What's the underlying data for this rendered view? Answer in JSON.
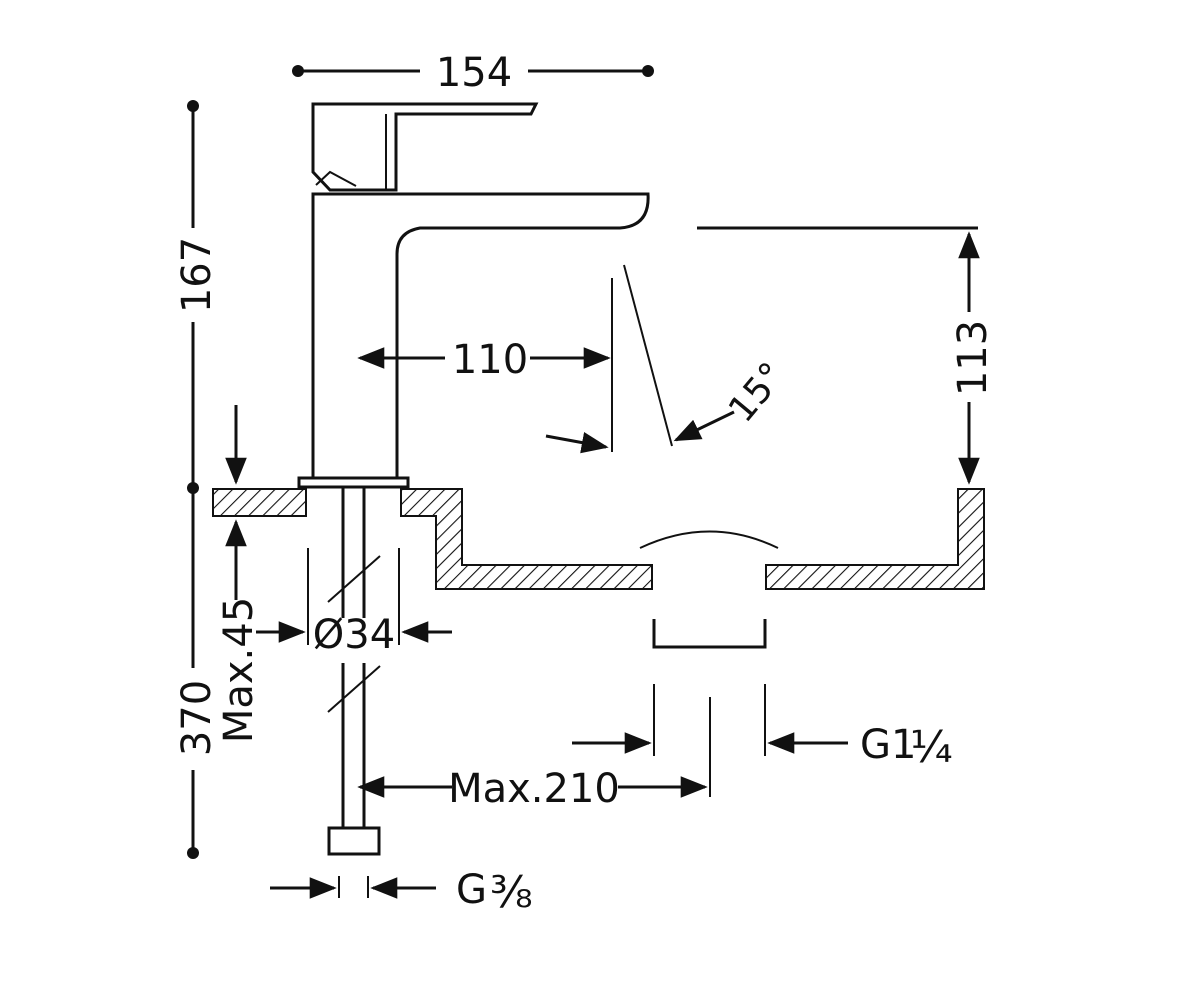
{
  "dimensions": {
    "width_top": "154",
    "height_body": "167",
    "total_height": "370",
    "counter_thickness": "Max.45",
    "spout_reach": "110",
    "spout_angle": "15°",
    "basin_depth": "113",
    "hole_diameter": "Ø34",
    "drain_offset": "Max.210",
    "drain_thread_prefix": "G1",
    "drain_thread_fraction": "¼",
    "supply_thread_prefix": "G",
    "supply_thread_fraction": "⅜"
  },
  "colors": {
    "line": "#111111",
    "background": "#ffffff"
  }
}
